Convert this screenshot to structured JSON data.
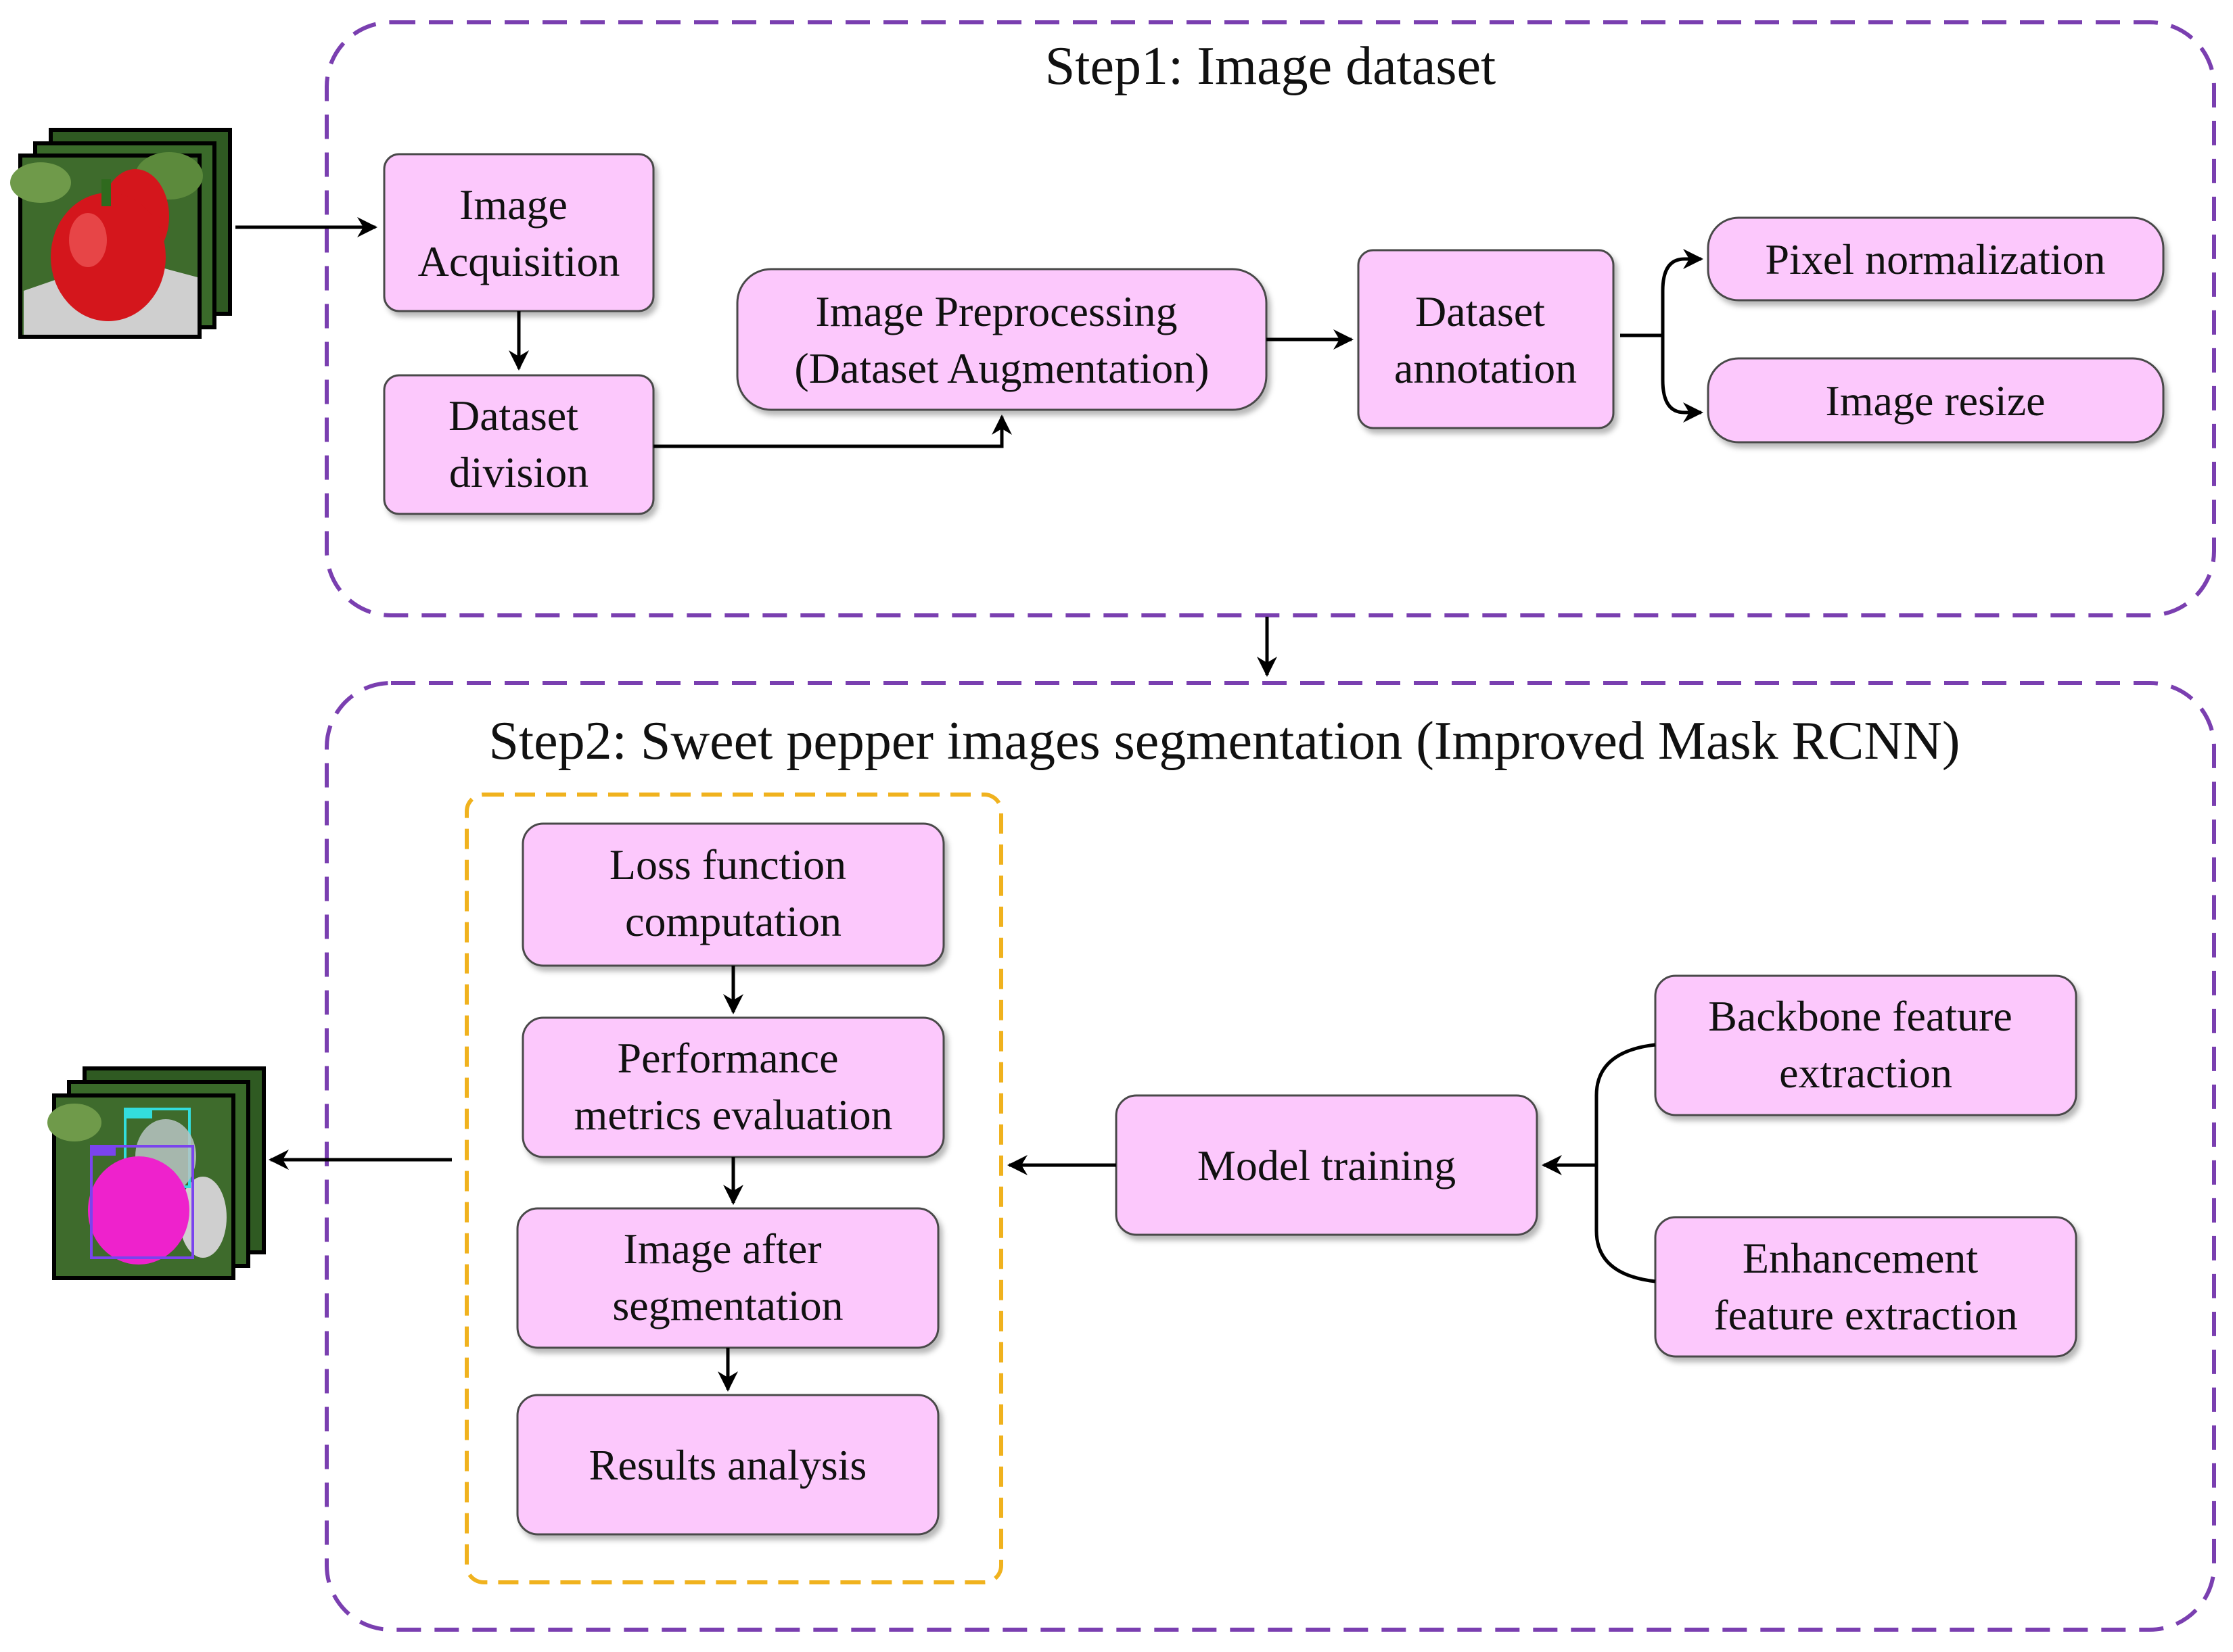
{
  "colors": {
    "box_fill": "#fcc8fc",
    "box_stroke": "#4a4a4a",
    "step_border": "#7a3fb0",
    "inner_border": "#f0b21e",
    "arrow": "#000000",
    "pepper_red": "#d4161c",
    "pepper_segmented": "#ee22cc",
    "foliage": "#2f5a22"
  },
  "step1": {
    "title": "Step1: Image dataset",
    "image_acquisition": [
      "Image",
      "Acquisition"
    ],
    "dataset_division": [
      "Dataset",
      "division"
    ],
    "image_preprocessing": [
      "Image Preprocessing",
      "(Dataset Augmentation)"
    ],
    "dataset_annotation": [
      "Dataset",
      "annotation"
    ],
    "pixel_normalization": "Pixel normalization",
    "image_resize": "Image resize"
  },
  "step2": {
    "title": "Step2: Sweet pepper images segmentation (Improved Mask RCNN)",
    "loss_function": [
      "Loss function",
      "computation"
    ],
    "performance_metrics": [
      "Performance",
      "metrics evaluation"
    ],
    "image_after_segmentation": [
      "Image after",
      "segmentation"
    ],
    "results_analysis": "Results analysis",
    "model_training": "Model training",
    "backbone_feature": [
      "Backbone feature",
      "extraction"
    ],
    "enhancement_feature": [
      "Enhancement",
      "feature extraction"
    ]
  },
  "icons": {
    "input_images": "pepper-photo-stack-icon",
    "output_images": "segmented-pepper-photo-stack-icon"
  }
}
